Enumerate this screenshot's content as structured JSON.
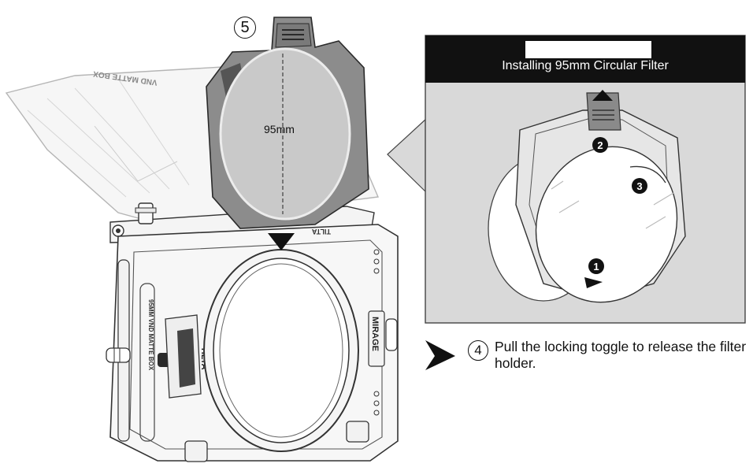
{
  "callout": {
    "title": "Installing 95mm Circular Filter",
    "markers": [
      "2",
      "3",
      "1"
    ]
  },
  "filter_holder": {
    "size_label": "95mm",
    "step_number": "5"
  },
  "matte_box": {
    "side_label": "MIRAGE",
    "vertical_text": "95MM VND MATTE BOX",
    "top_label": "TILTA",
    "flag_text": "VND MATTE BOX"
  },
  "instruction": {
    "step_number": "4",
    "text": "Pull the locking toggle to release the filter holder."
  }
}
